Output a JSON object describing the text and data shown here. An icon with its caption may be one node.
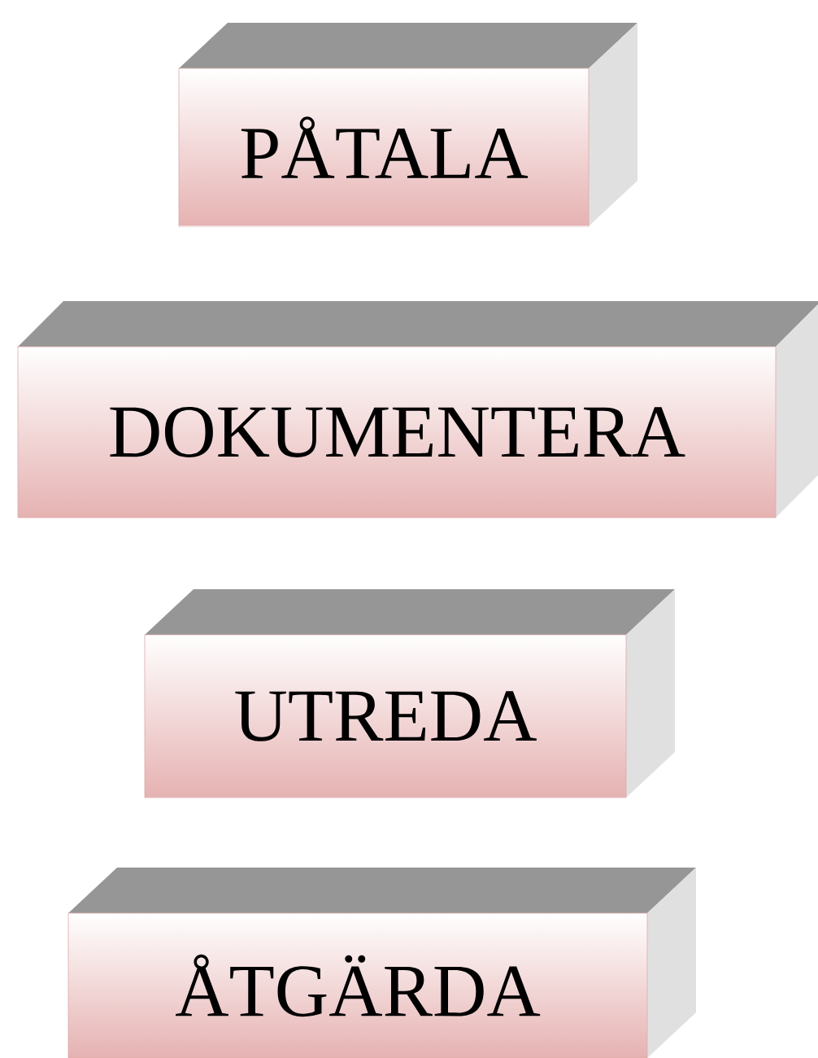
{
  "diagram": {
    "nodes": [
      {
        "text": [
          "PÅTALA"
        ]
      },
      {
        "text": [
          "DOKUMENTERA"
        ]
      },
      {
        "text": [
          "UTREDA"
        ]
      },
      {
        "text": [
          "ÅTGÄRDA"
        ]
      }
    ]
  }
}
